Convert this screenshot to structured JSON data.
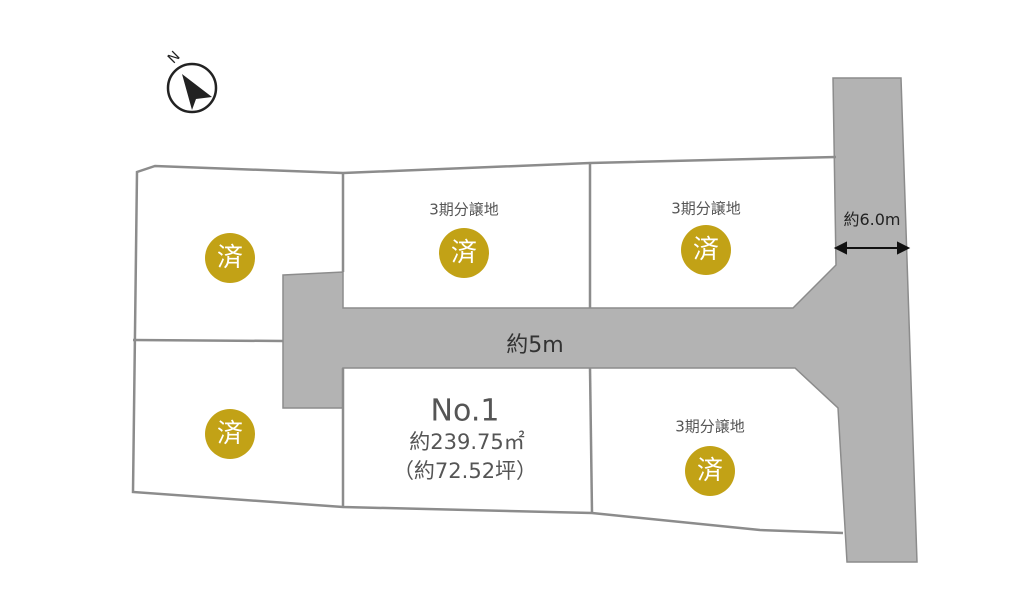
{
  "colors": {
    "road": "#b3b3b3",
    "line": "#8c8c8c",
    "badge": "#c2a216"
  },
  "compass": {
    "label": "N",
    "icon": "north-arrow-icon"
  },
  "road": {
    "main_width": "約5m",
    "side_width": "約6.0m"
  },
  "lots": [
    {
      "status": "済"
    },
    {
      "label": "3期分譲地",
      "status": "済"
    },
    {
      "label": "3期分譲地",
      "status": "済"
    },
    {
      "status": "済"
    },
    {
      "number": "No.1",
      "area_sqm": "約239.75㎡",
      "area_tsubo": "（約72.52坪）"
    },
    {
      "label": "3期分譲地",
      "status": "済"
    }
  ]
}
